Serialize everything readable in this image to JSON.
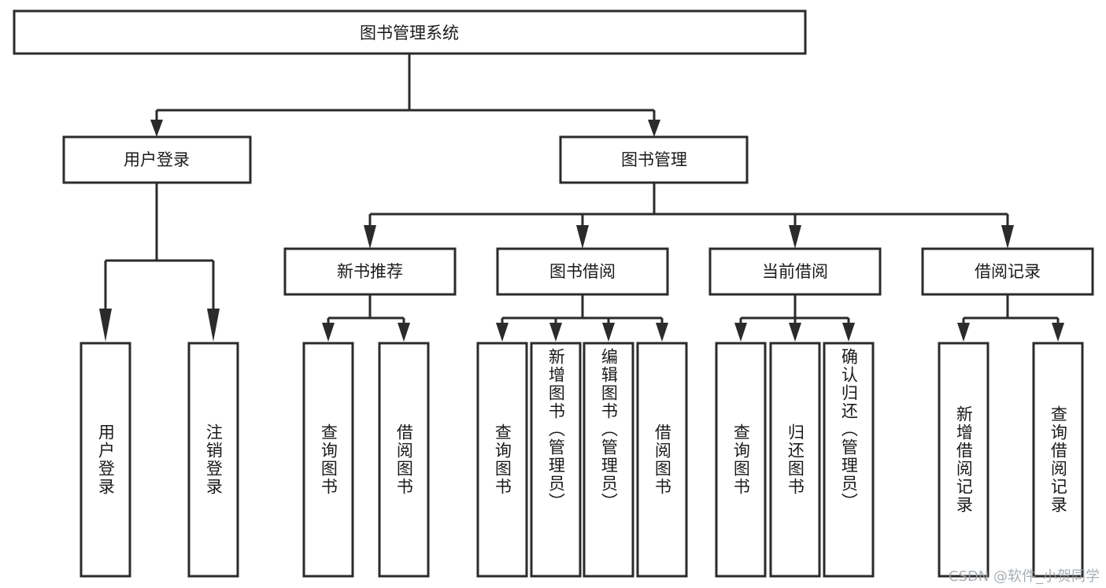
{
  "diagram": {
    "title": "图书管理系统",
    "type": "tree-hierarchy-diagram",
    "colors": {
      "stroke": "#2b2b2b",
      "fill": "#ffffff",
      "text": "#1a1a1a",
      "watermark": "#9aa0a6",
      "background": "#ffffff"
    },
    "root": {
      "label": "图书管理系统"
    },
    "level2": [
      {
        "label": "用户登录"
      },
      {
        "label": "图书管理"
      }
    ],
    "level3": [
      {
        "label": "新书推荐"
      },
      {
        "label": "图书借阅"
      },
      {
        "label": "当前借阅"
      },
      {
        "label": "借阅记录"
      }
    ],
    "leaves": {
      "user_login": [
        {
          "label": "用户登录"
        },
        {
          "label": "注销登录"
        }
      ],
      "new_book_recommend": [
        {
          "label": "查询图书"
        },
        {
          "label": "借阅图书"
        }
      ],
      "book_borrow": [
        {
          "label": "查询图书"
        },
        {
          "label": "新增图书（管理员）"
        },
        {
          "label": "编辑图书（管理员）"
        },
        {
          "label": "借阅图书"
        }
      ],
      "current_borrow": [
        {
          "label": "查询图书"
        },
        {
          "label": "归还图书"
        },
        {
          "label": "确认归还（管理员）"
        }
      ],
      "borrow_record": [
        {
          "label": "新增借阅记录"
        },
        {
          "label": "查询借阅记录"
        }
      ]
    }
  },
  "watermark": {
    "text": "CSDN @软件_小贺同学"
  }
}
